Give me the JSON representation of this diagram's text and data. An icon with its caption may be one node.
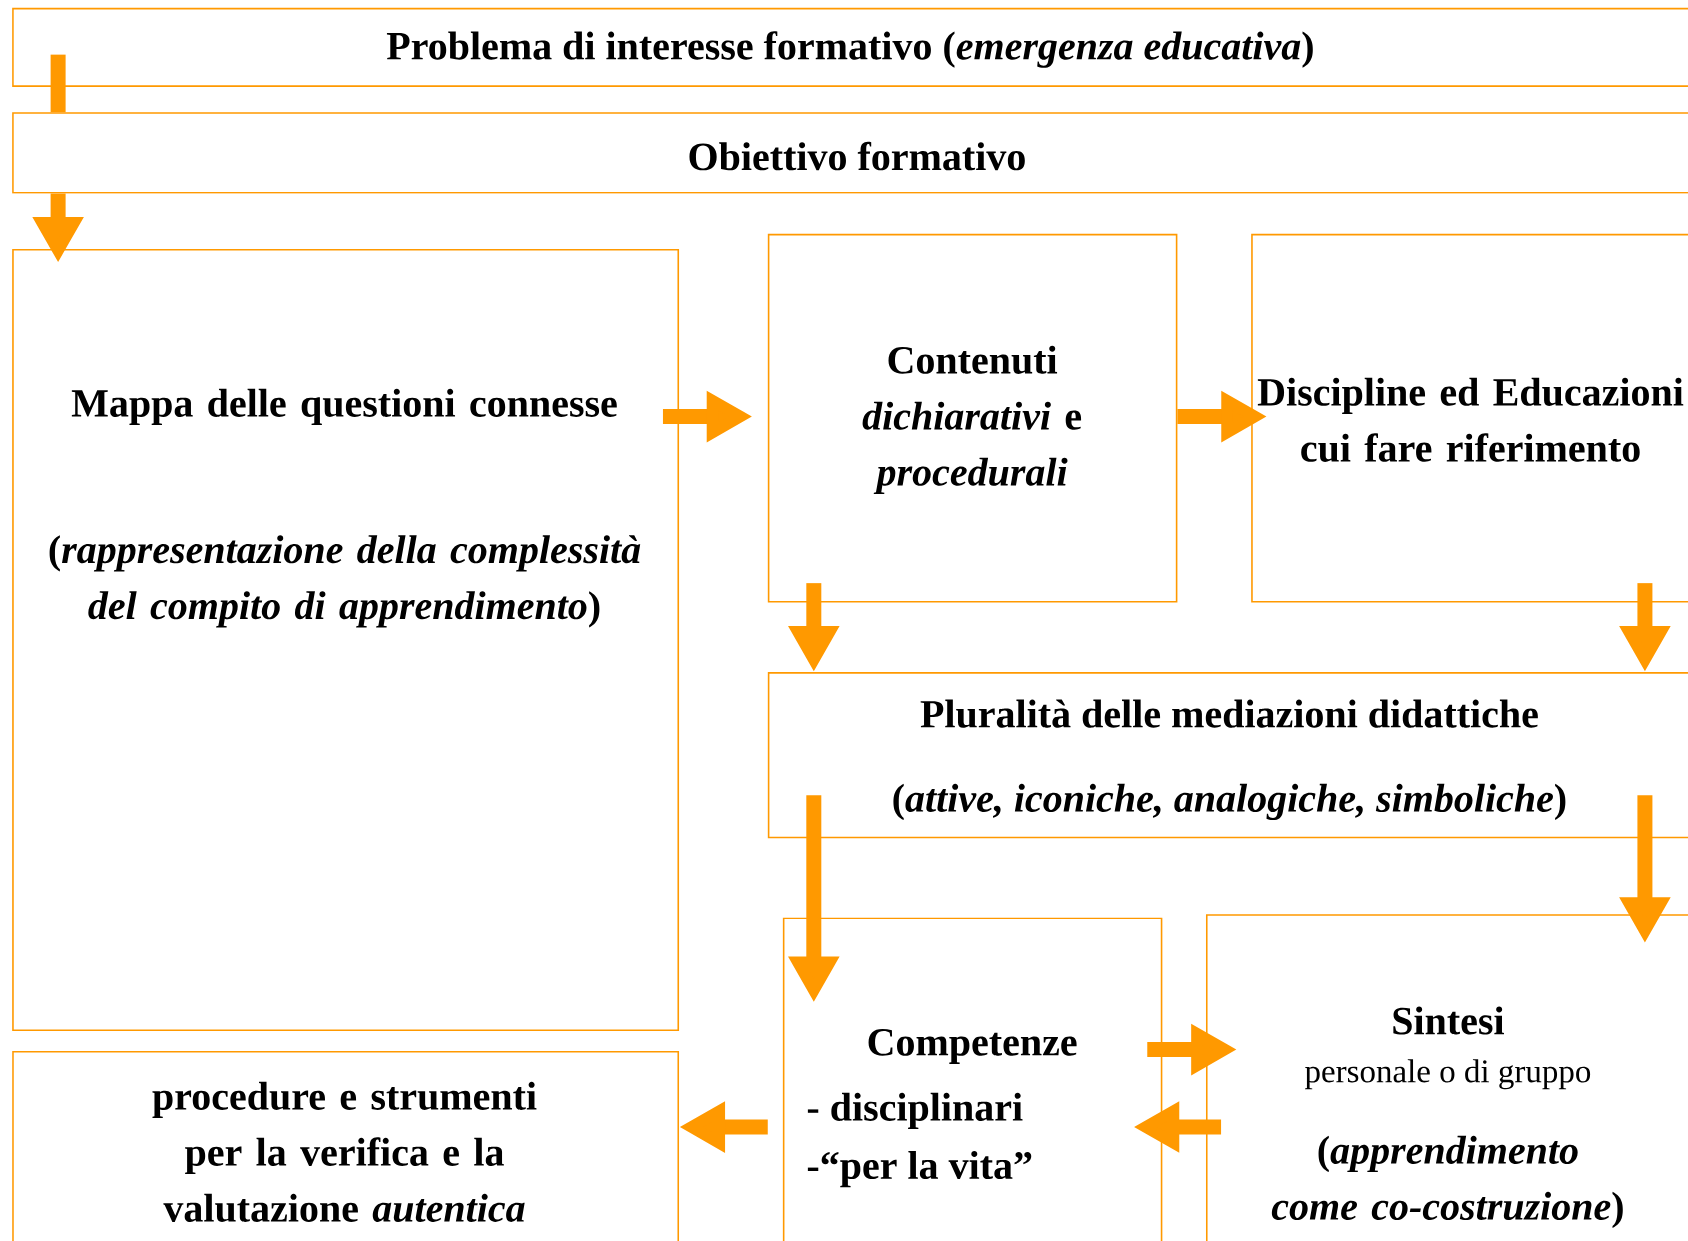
{
  "diagram": {
    "nodes": [
      {
        "text": [
          "Problema di interesse formativo (*emergenza educativa*)"
        ]
      },
      {
        "text": [
          "Obiettivo formativo"
        ]
      },
      {
        "text": [
          "Mappa delle questioni connesse",
          "(*rappresentazione della complessità del compito di apprendimento*)"
        ]
      },
      {
        "text": [
          "Contenuti *dichiarativi* e *procedurali*"
        ]
      },
      {
        "text": [
          "Discipline ed Educazioni cui fare riferimento"
        ]
      },
      {
        "text": [
          "Pluralità delle mediazioni didattiche",
          "(*attive, iconiche, analogiche, simboliche*)"
        ]
      },
      {
        "text": [
          "procedure e strumenti per la verifica e la valutazione *autentica*"
        ]
      },
      {
        "text": [
          "Competenze",
          "- disciplinari",
          "-“per la vita”"
        ]
      },
      {
        "text": [
          "Sintesi",
          "personale o di gruppo",
          "(*apprendimento come co-costruzione*)"
        ]
      }
    ],
    "edges": [
      {
        "from": 0,
        "to": 1,
        "arrow": "none"
      },
      {
        "from": 1,
        "to": 2,
        "arrow": "to"
      },
      {
        "from": 2,
        "to": 3,
        "arrow": "to"
      },
      {
        "from": 3,
        "to": 4,
        "arrow": "to"
      },
      {
        "from": 3,
        "to": 5,
        "arrow": "to"
      },
      {
        "from": 4,
        "to": 5,
        "arrow": "to"
      },
      {
        "from": 5,
        "to": 7,
        "arrow": "to"
      },
      {
        "from": 5,
        "to": 8,
        "arrow": "to"
      },
      {
        "from": 7,
        "to": 8,
        "arrow": "to"
      },
      {
        "from": 8,
        "to": 7,
        "arrow": "to"
      },
      {
        "from": 7,
        "to": 6,
        "arrow": "to"
      }
    ]
  }
}
